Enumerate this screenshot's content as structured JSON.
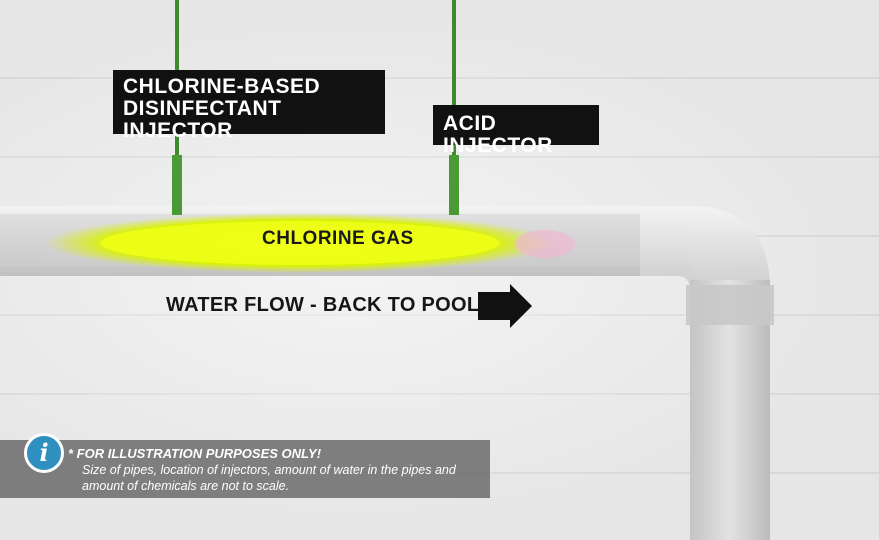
{
  "labels": {
    "chlorine_injector": "CHLORINE-BASED DISINFECTANT INJECTOR",
    "acid_injector": "ACID INJECTOR",
    "chlorine_gas": "CHLORINE GAS",
    "water_flow": "WATER FLOW - BACK TO POOL"
  },
  "note": {
    "icon": "info-icon",
    "title": "* FOR ILLUSTRATION PURPOSES ONLY!",
    "body": "Size of pipes, location of injectors, amount of water in the pipes and amount of chemicals are not to scale."
  },
  "colors": {
    "wall": "#e6e6e6",
    "pipe": "#cfcfcf",
    "gas": "#e8f000",
    "injector_line": "#3e8a2e",
    "label_bg": "#111111",
    "info_icon": "#2f8fbf"
  }
}
